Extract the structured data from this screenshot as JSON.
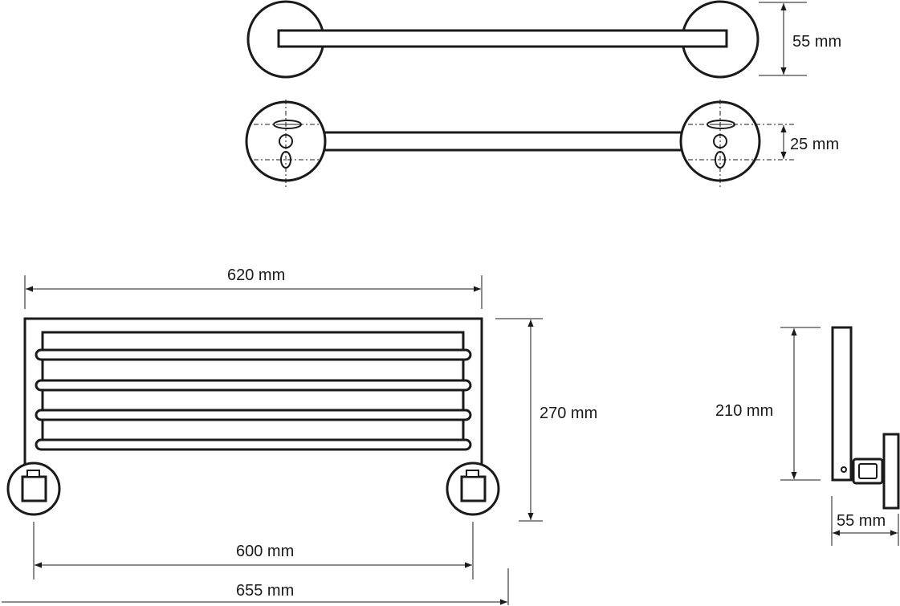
{
  "dimensions": {
    "top_depth": "55 mm",
    "hole_spacing": "25 mm",
    "overall_width": "620 mm",
    "overall_height": "270 mm",
    "mount_spacing": "600 mm",
    "total_length": "655 mm",
    "side_height": "210 mm",
    "side_depth": "55 mm"
  },
  "colors": {
    "line": "#1a1a1a",
    "background": "#ffffff"
  }
}
